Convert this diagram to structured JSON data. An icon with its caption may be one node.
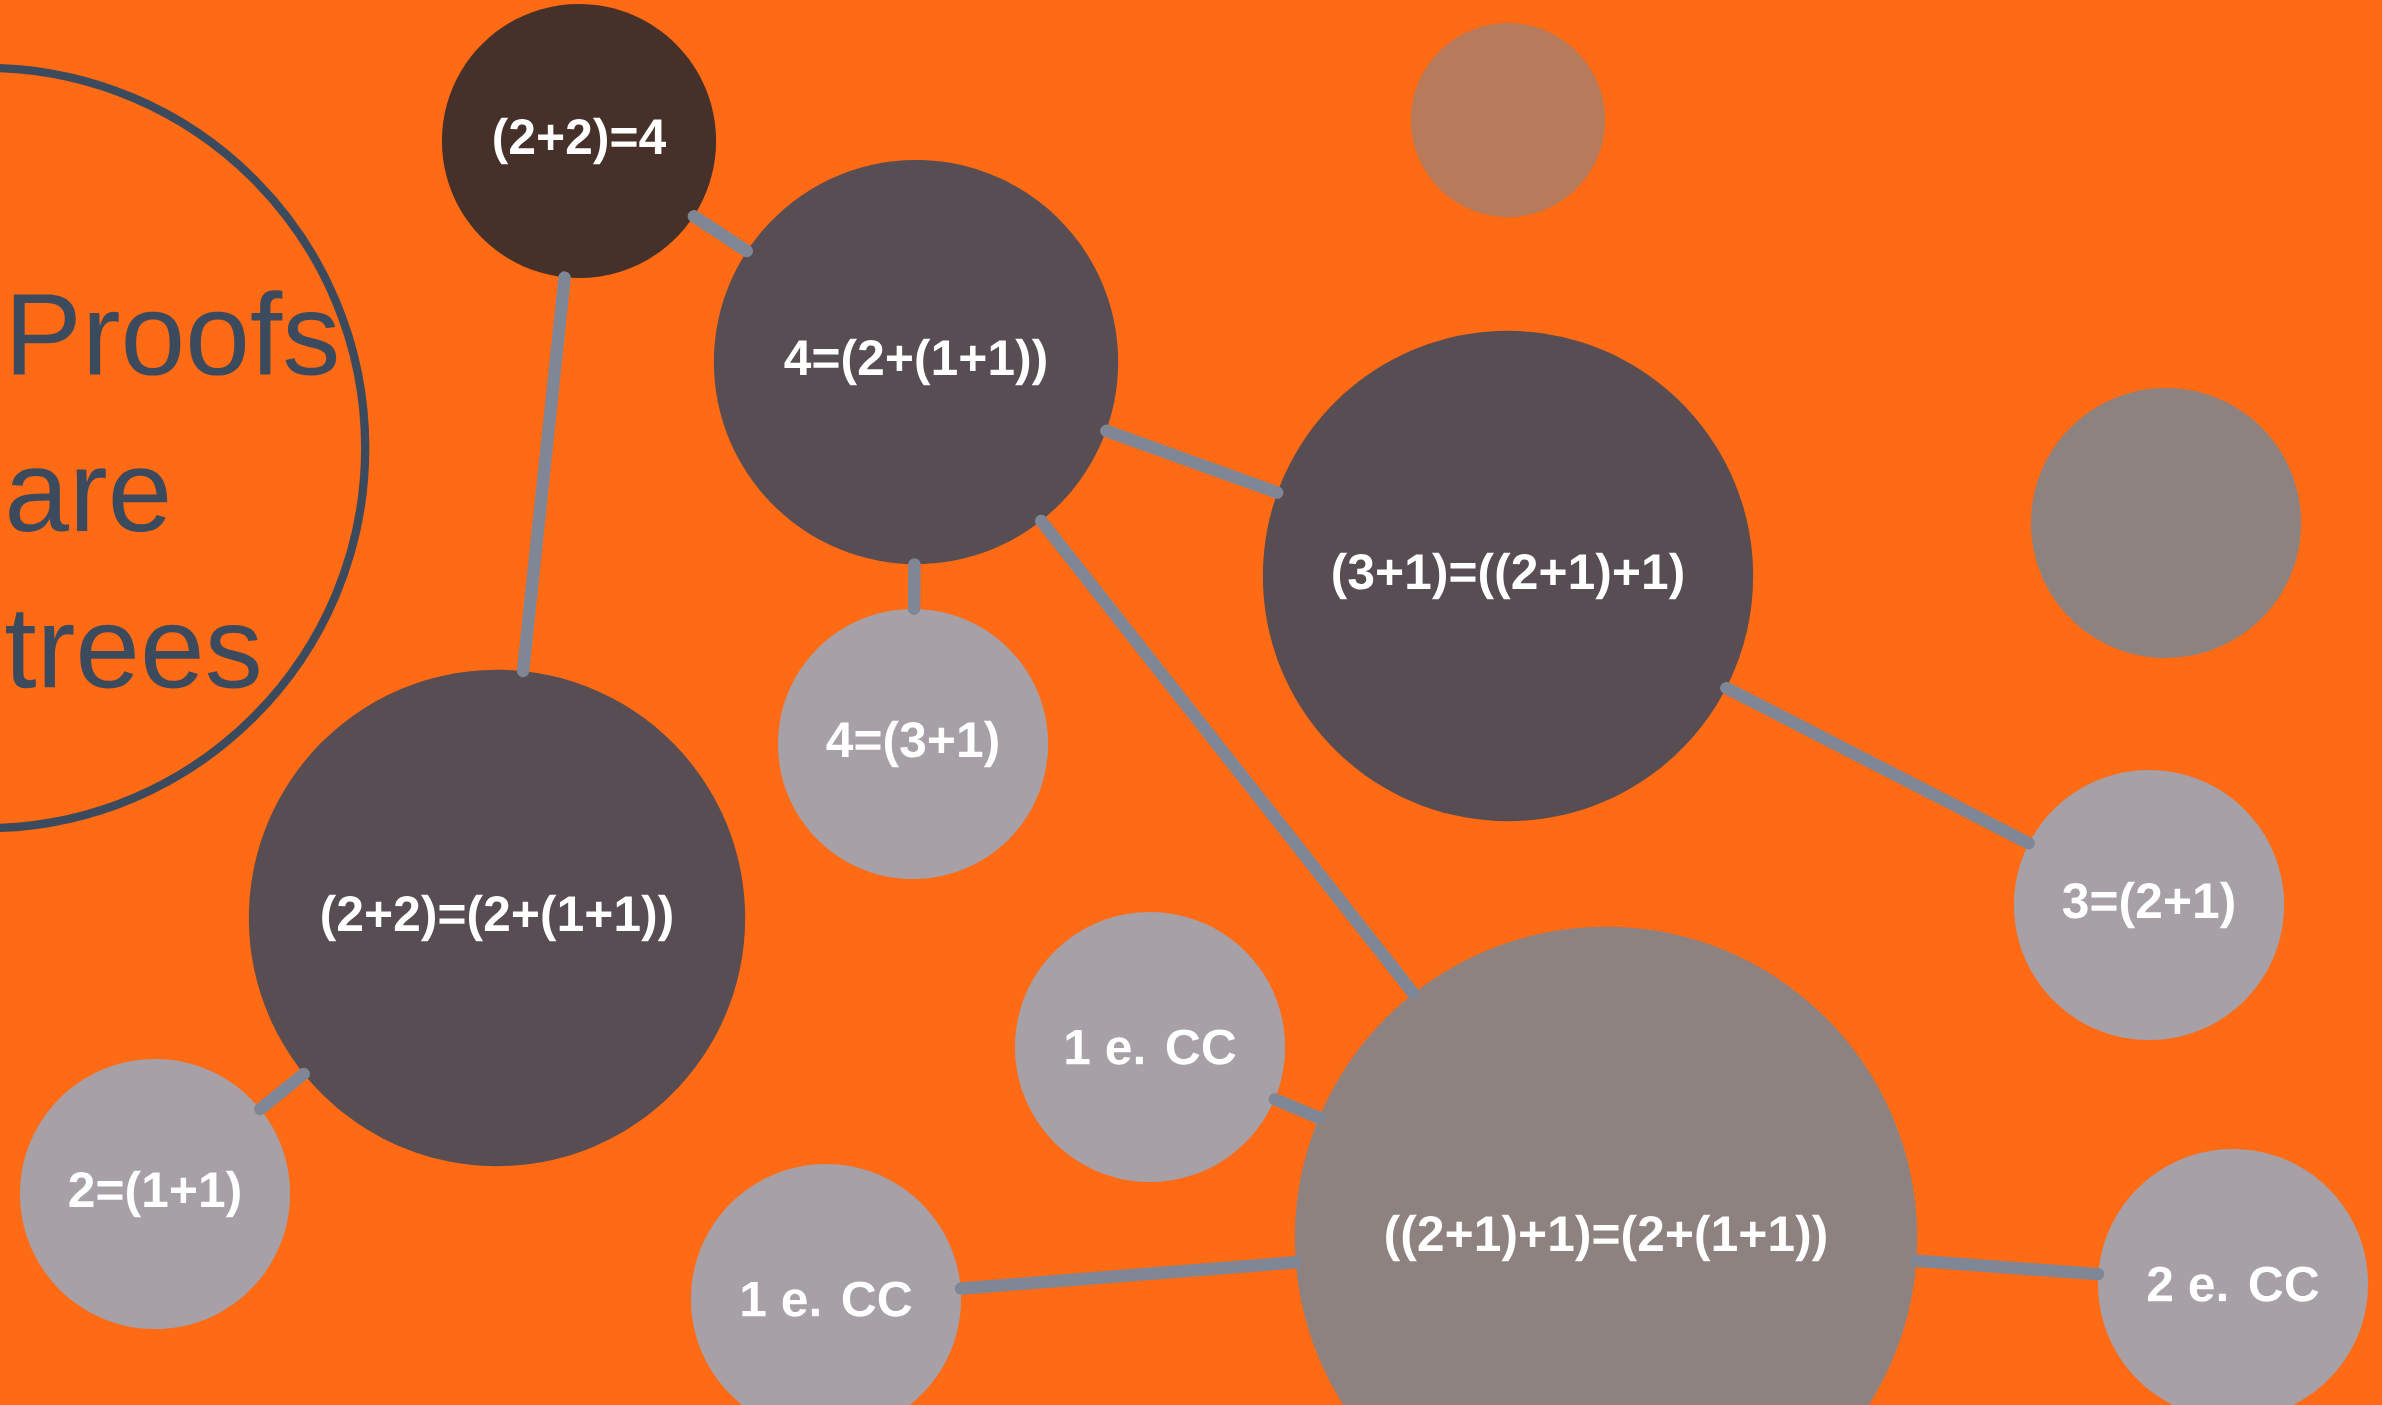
{
  "diagram": {
    "nodes": [
      {
        "text": [
          "Proofs are trees"
        ]
      },
      {
        "text": [
          "(2+2)=4"
        ]
      },
      {
        "text": [
          "4=(2+(1+1))"
        ]
      },
      {
        "text": [
          "(3+1)=((2+1)+1)"
        ]
      },
      {
        "text": [
          "4=(3+1)"
        ]
      },
      {
        "text": [
          "(2+2)=(2+(1+1))"
        ]
      },
      {
        "text": [
          "3=(2+1)"
        ]
      },
      {
        "text": [
          "1 e. CC"
        ]
      },
      {
        "text": [
          "2=(1+1)"
        ]
      },
      {
        "text": [
          "((2+1)+1)=(2+(1+1))"
        ]
      },
      {
        "text": [
          "1 e. CC"
        ]
      },
      {
        "text": [
          "2 e. CC"
        ]
      },
      {
        "text": [],
        "shape": "circle"
      },
      {
        "text": [],
        "shape": "circle"
      }
    ],
    "edges": [
      {
        "from": 1,
        "to": 2,
        "arrow": "none"
      },
      {
        "from": 1,
        "to": 5,
        "arrow": "none"
      },
      {
        "from": 2,
        "to": 4,
        "arrow": "none"
      },
      {
        "from": 2,
        "to": 3,
        "arrow": "none"
      },
      {
        "from": 2,
        "to": 9,
        "arrow": "none"
      },
      {
        "from": 3,
        "to": 6,
        "arrow": "none"
      },
      {
        "from": 5,
        "to": 8,
        "arrow": "none"
      },
      {
        "from": 7,
        "to": 9,
        "arrow": "none"
      },
      {
        "from": 10,
        "to": 9,
        "arrow": "none"
      },
      {
        "from": 9,
        "to": 11,
        "arrow": "none"
      }
    ]
  }
}
